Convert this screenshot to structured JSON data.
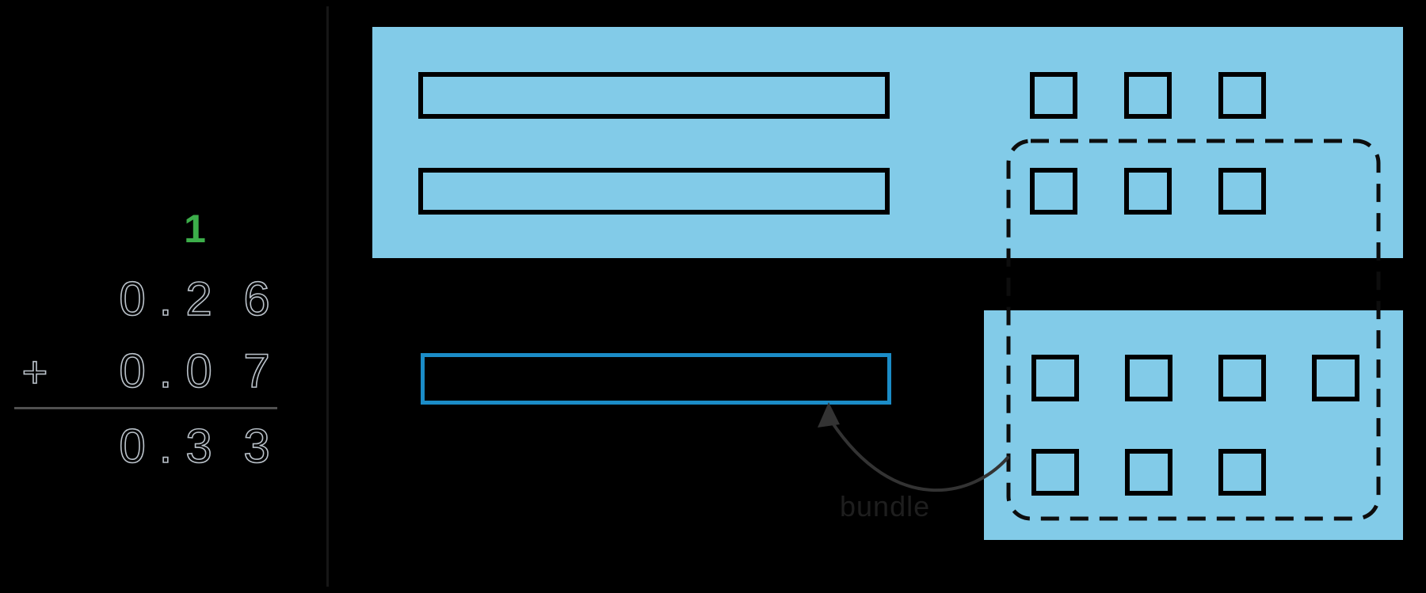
{
  "addition": {
    "carry": "1",
    "operator": "+",
    "rows": [
      {
        "name": "addend1",
        "chars": [
          "0",
          ".",
          "2",
          "6"
        ]
      },
      {
        "name": "addend2",
        "chars": [
          "0",
          ".",
          "0",
          "7"
        ]
      },
      {
        "name": "sum",
        "chars": [
          "0",
          ".",
          "3",
          "3"
        ]
      }
    ],
    "values": {
      "addend1": "0.26",
      "addend2": "0.07",
      "sum": "0.33"
    }
  },
  "diagram": {
    "top_panel": {
      "tenth_bars": 2,
      "hundredth_square_rows": [
        3,
        3
      ]
    },
    "bottom_panel": {
      "tenth_bars": 0,
      "hundredth_square_rows": [
        4,
        3
      ]
    },
    "bundled_tenth_bars": 1,
    "bundle_label": "bundle"
  },
  "colors": {
    "background": "#000000",
    "divider": "#161616",
    "panel_fill": "#82cbe8",
    "shape_outline": "#000000",
    "dashed_outline": "#0d0d0d",
    "highlight_stroke": "#1b8cc7",
    "carry_green": "#3cae4a",
    "digit_outline": "#b9c1c9",
    "sum_line": "#505050",
    "arrow": "#333333",
    "bundle_text": "#1e1e1e"
  }
}
